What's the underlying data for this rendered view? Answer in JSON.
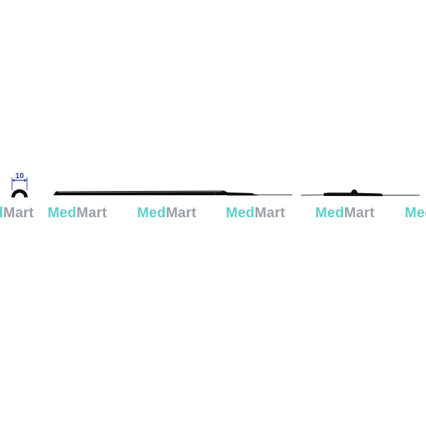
{
  "dimension": {
    "label": "10",
    "color": "#2a3f9e"
  },
  "watermark": {
    "part1": "Med",
    "part2": "Mart",
    "color1": "#5fd0cc",
    "color2": "#9aa0a6",
    "count": 6
  },
  "colors": {
    "instrument": "#0f0f0f",
    "background": "#ffffff"
  }
}
